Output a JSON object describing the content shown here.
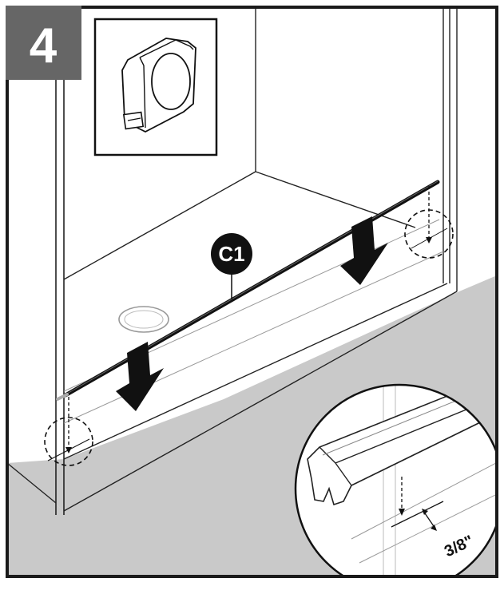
{
  "step": {
    "number": "4"
  },
  "callout": {
    "label": "C1"
  },
  "dimension": {
    "value": "3/8\""
  },
  "colors": {
    "frame": "#1a1a1a",
    "floor": "#c9c9c9",
    "step_badge": "#666666",
    "line": "#111111",
    "light_line": "#9a9a9a"
  },
  "icons": {
    "tool": "tape-measure-icon",
    "arrow": "down-arrow-icon"
  }
}
